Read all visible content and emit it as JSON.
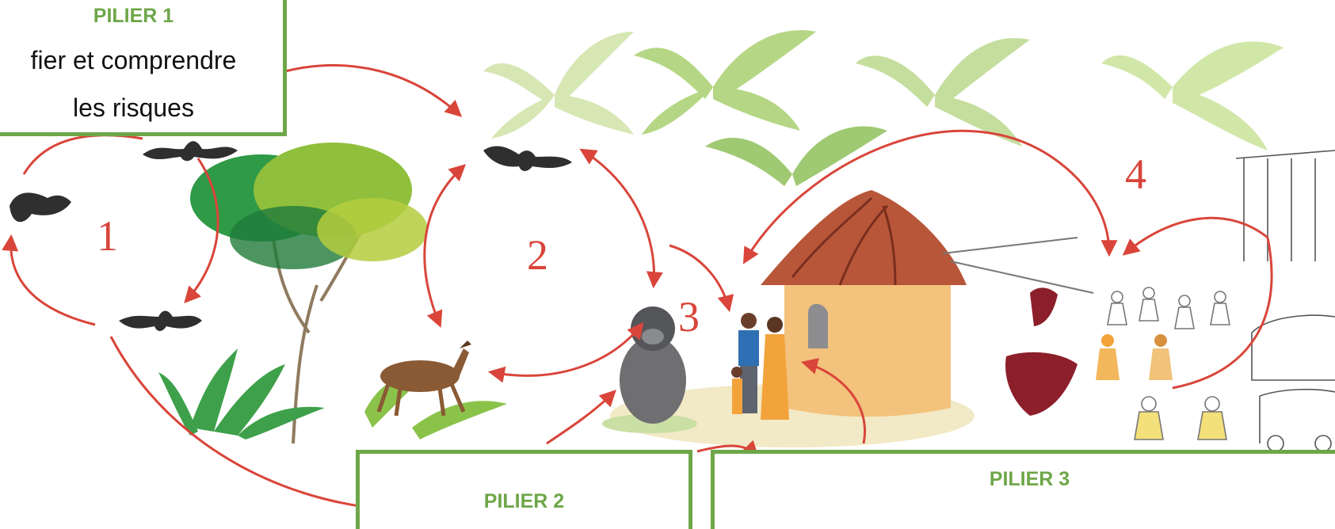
{
  "pillars": [
    {
      "title": "PILIER 1",
      "text": "Identifier et comprendre les risques",
      "visible_text": "fier et comprendre",
      "visible_text_line2": "les risques"
    },
    {
      "title": "PILIER 2"
    },
    {
      "title": "PILIER 3"
    }
  ],
  "steps": [
    "1",
    "2",
    "3",
    "4"
  ],
  "colors": {
    "pillar_accent": "#6ea648",
    "arrow": "#d9453a",
    "step_number": "#d9453a"
  },
  "icons": [
    "bat-icon",
    "tree-icon",
    "antelope-icon",
    "gorilla-icon",
    "family-icon",
    "hut-icon",
    "palm-icon",
    "market-icon",
    "city-icon"
  ]
}
